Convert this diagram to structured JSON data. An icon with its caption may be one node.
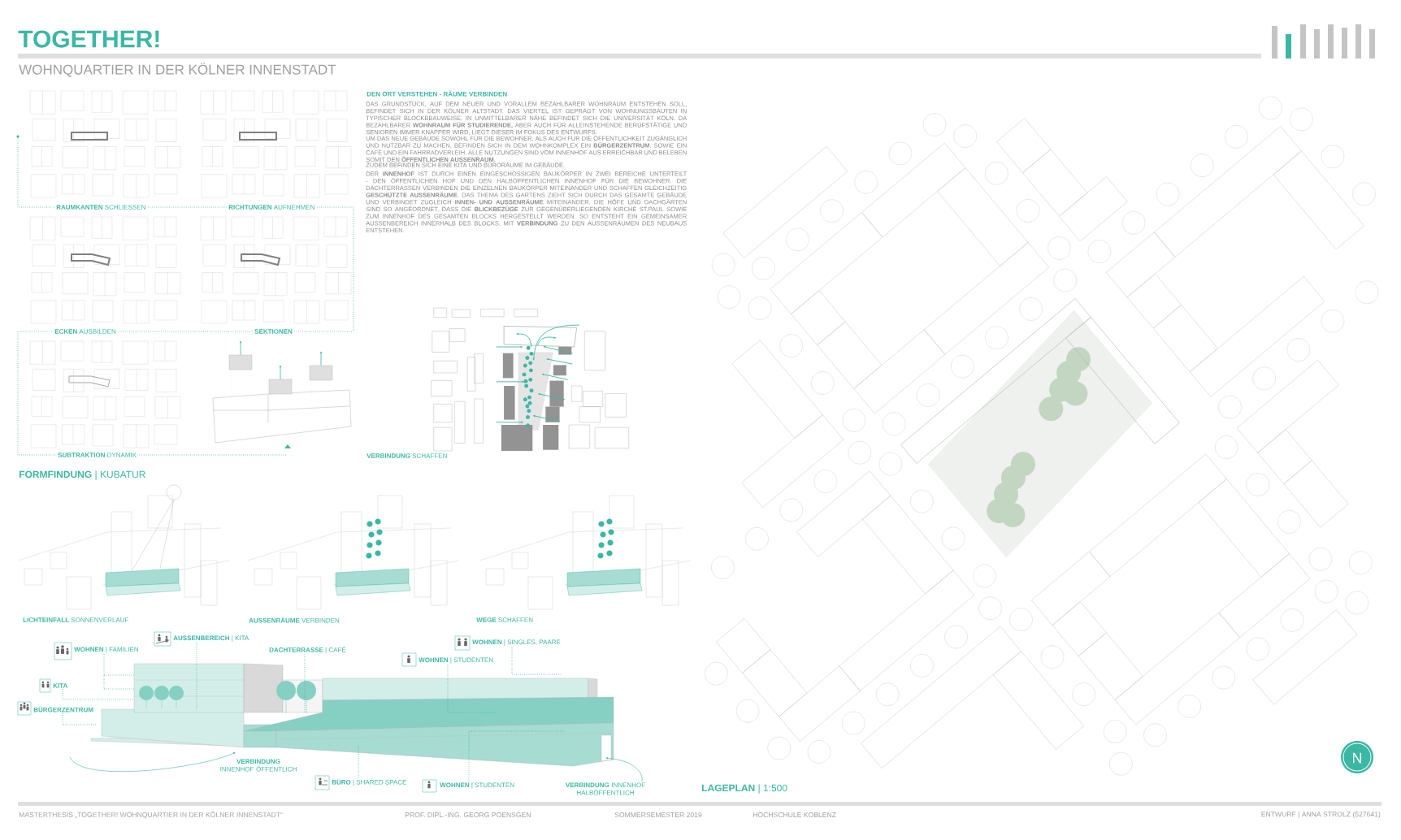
{
  "diagram": {
    "title": "TOGETHER!",
    "nodes": [
      {
        "text": [
          "**WOHNEN** | FAMILIEN"
        ]
      },
      {
        "text": [
          "**AUSSENBEREICH** | KITA"
        ]
      },
      {
        "text": [
          "**DACHTERRASSE** | CAFÉ"
        ]
      },
      {
        "text": [
          "**WOHNEN** | SINGLES, PAARE"
        ]
      },
      {
        "text": [
          "**WOHNEN** | STUDENTEN"
        ]
      },
      {
        "text": [
          "KITA"
        ]
      },
      {
        "text": [
          "BÜRGERZENTRUM"
        ]
      },
      {
        "text": [
          "**BÜRO** | SHARED SPACE"
        ]
      },
      {
        "text": [
          "**WOHNEN** | STUDENTEN"
        ]
      }
    ],
    "edges": [
      {
        "from": 0,
        "to": null,
        "arrow": "none",
        "style": "dashed"
      },
      {
        "from": 1,
        "to": null,
        "arrow": "none",
        "style": "dashed"
      },
      {
        "from": 2,
        "to": null,
        "arrow": "none",
        "style": "dashed"
      },
      {
        "from": 3,
        "to": null,
        "arrow": "none",
        "style": "dashed"
      },
      {
        "from": 4,
        "to": null,
        "arrow": "none",
        "style": "dashed"
      },
      {
        "from": 5,
        "to": null,
        "arrow": "none",
        "style": "dashed"
      },
      {
        "from": 6,
        "to": null,
        "arrow": "none",
        "style": "dashed"
      },
      {
        "from": 7,
        "to": null,
        "arrow": "none",
        "style": "dashed"
      },
      {
        "from": 8,
        "to": null,
        "arrow": "none",
        "style": "dashed"
      }
    ],
    "labels": [
      "WOHNQUARTIER IN DER KÖLNER INNENSTADT",
      "DEN ORT VERSTEHEN - RÄUME VERBINDEN",
      "DAS GRUNDSTÜCK, AUF DEM NEUER UND VORALLEM BEZAHLBARER WOHNRAUM ENTSTEHEN SOLL, BEFINDET SICH IN DER KÖLNER ALTSTADT. DAS VIERTEL IST GEPRÄGT VON WOHNUNGSBAUTEN IN TYPISCHER BLOCKBBAUWEISE. IN UNMITTELBARER NÄHE BEFINDET SICH DIE UNIVERSITÄT KÖLN. DA BEZAHLBARER **WOHNRAUM FÜR STUDIERENDE,** ABER AUCH FÜR ALLEINSTEHENDE BERUFSTÄTIGE UND SENIOREN IMMER KNAPPER WIRD, LIEGT DIESER IM FOKUS DES ENTWURFS.",
      "UM DAS NEUE GEBÄUDE SOWOHL FÜR DIE BEWOHNER, ALS AUCH FÜR DIE ÖFFENTLICHKEIT ZUGÄNGLICH UND NUTZBAR ZU MACHEN, BEFINDEN SICH IN DEM WOHNKOMPLEX EIN **BÜRGERZENTRUM**, SOWIE EIN CAFÉ UND EIN FAHRRADVERLEIH. ALLE NUTZUNGEN SIND VOM INNENHOF AUS ERREICHBAR UND BELEBEN SOMIT DEN **ÖFFENTLICHEN AUSSENRAUM**.",
      "ZUDEM BEFINDEN SICH EINE KITA UND BÜRORÄUME IM GEBÄUDE.",
      "DER **INNENHOF** IST DURCH EINEN EINGESCHOSSIGEN BAUKÖRPER IN ZWEI BEREICHE UNTERTEILT - DEN ÖFFENTLICHEN HOF UND DEN HALBÖFFENTLICHEN INNENHOF FÜR DIE BEWOHNER. DIE DACHTERRASSEN VERBINDEN DIE EINZELNEN BAUKÖRPER MITEINANDER UND SCHAFFEN GLEICHZEITIG **GESCHÜTZTE AUSSENRÄUME**. DAS THEMA DES GARTENS ZIEHT SICH DURCH DAS GESAMTE GEBÄUDE UND VERBINDET ZUGLEICH **INNEN- UND AUSSENRÄUME** MITEINANDER. DIE HÖFE UND DACHGÄRTEN SIND SO ANGEORDNET, DASS DIE **BLICKBEZÜGE** ZUR GEGENÜBERLIEGENDEN KIRCHE ST.PAUL SOWIE ZUM INNENHOF DES GESAMTEN BLOCKS HERGESTELLT WERDEN. SO ENTSTEHT EIN GEMEINSAMER AUSSENBEREICH INNERHALB DES BLOCKS, MIT **VERBINDUNG** ZU DEN AUSSENRÄUMEN DES NEUBAUS ENTSTEHEN.",
      "**RAUMKANTEN** SCHLIESSEN",
      "**RICHTUNGEN** AUFNEHMEN",
      "**ECKEN** AUSBILDEN",
      "SEKTIONEN",
      "**SUBTRAKTION** DYNAMIK",
      "**VERBINDUNG** SCHAFFEN",
      "**FORMFINDUNG** | KUBATUR",
      "**LICHTEINFALL** SONNENVERLAUF",
      "**AUSSENRÄUME** VERBINDEN",
      "**WEGE** SCHAFFEN",
      "**VERBINDUNG** INNENHOF ÖFFENTLICH",
      "**VERBINDUNG** INNENHOF HALBÖFFENTLICH",
      "**LAGEPLAN** | 1:500",
      "N",
      "MASTERTHESIS „TOGETHER! WOHNQUARTIER IN DER KÖLNER INNENSTADT“",
      "PROF. DIPL.-ING. GEORG POENSGEN",
      "SOMMERSEMESTER 2019",
      "HOCHSCHULE KOBLENZ",
      "ENTWURF | ANNA STROLZ (527641)"
    ]
  }
}
